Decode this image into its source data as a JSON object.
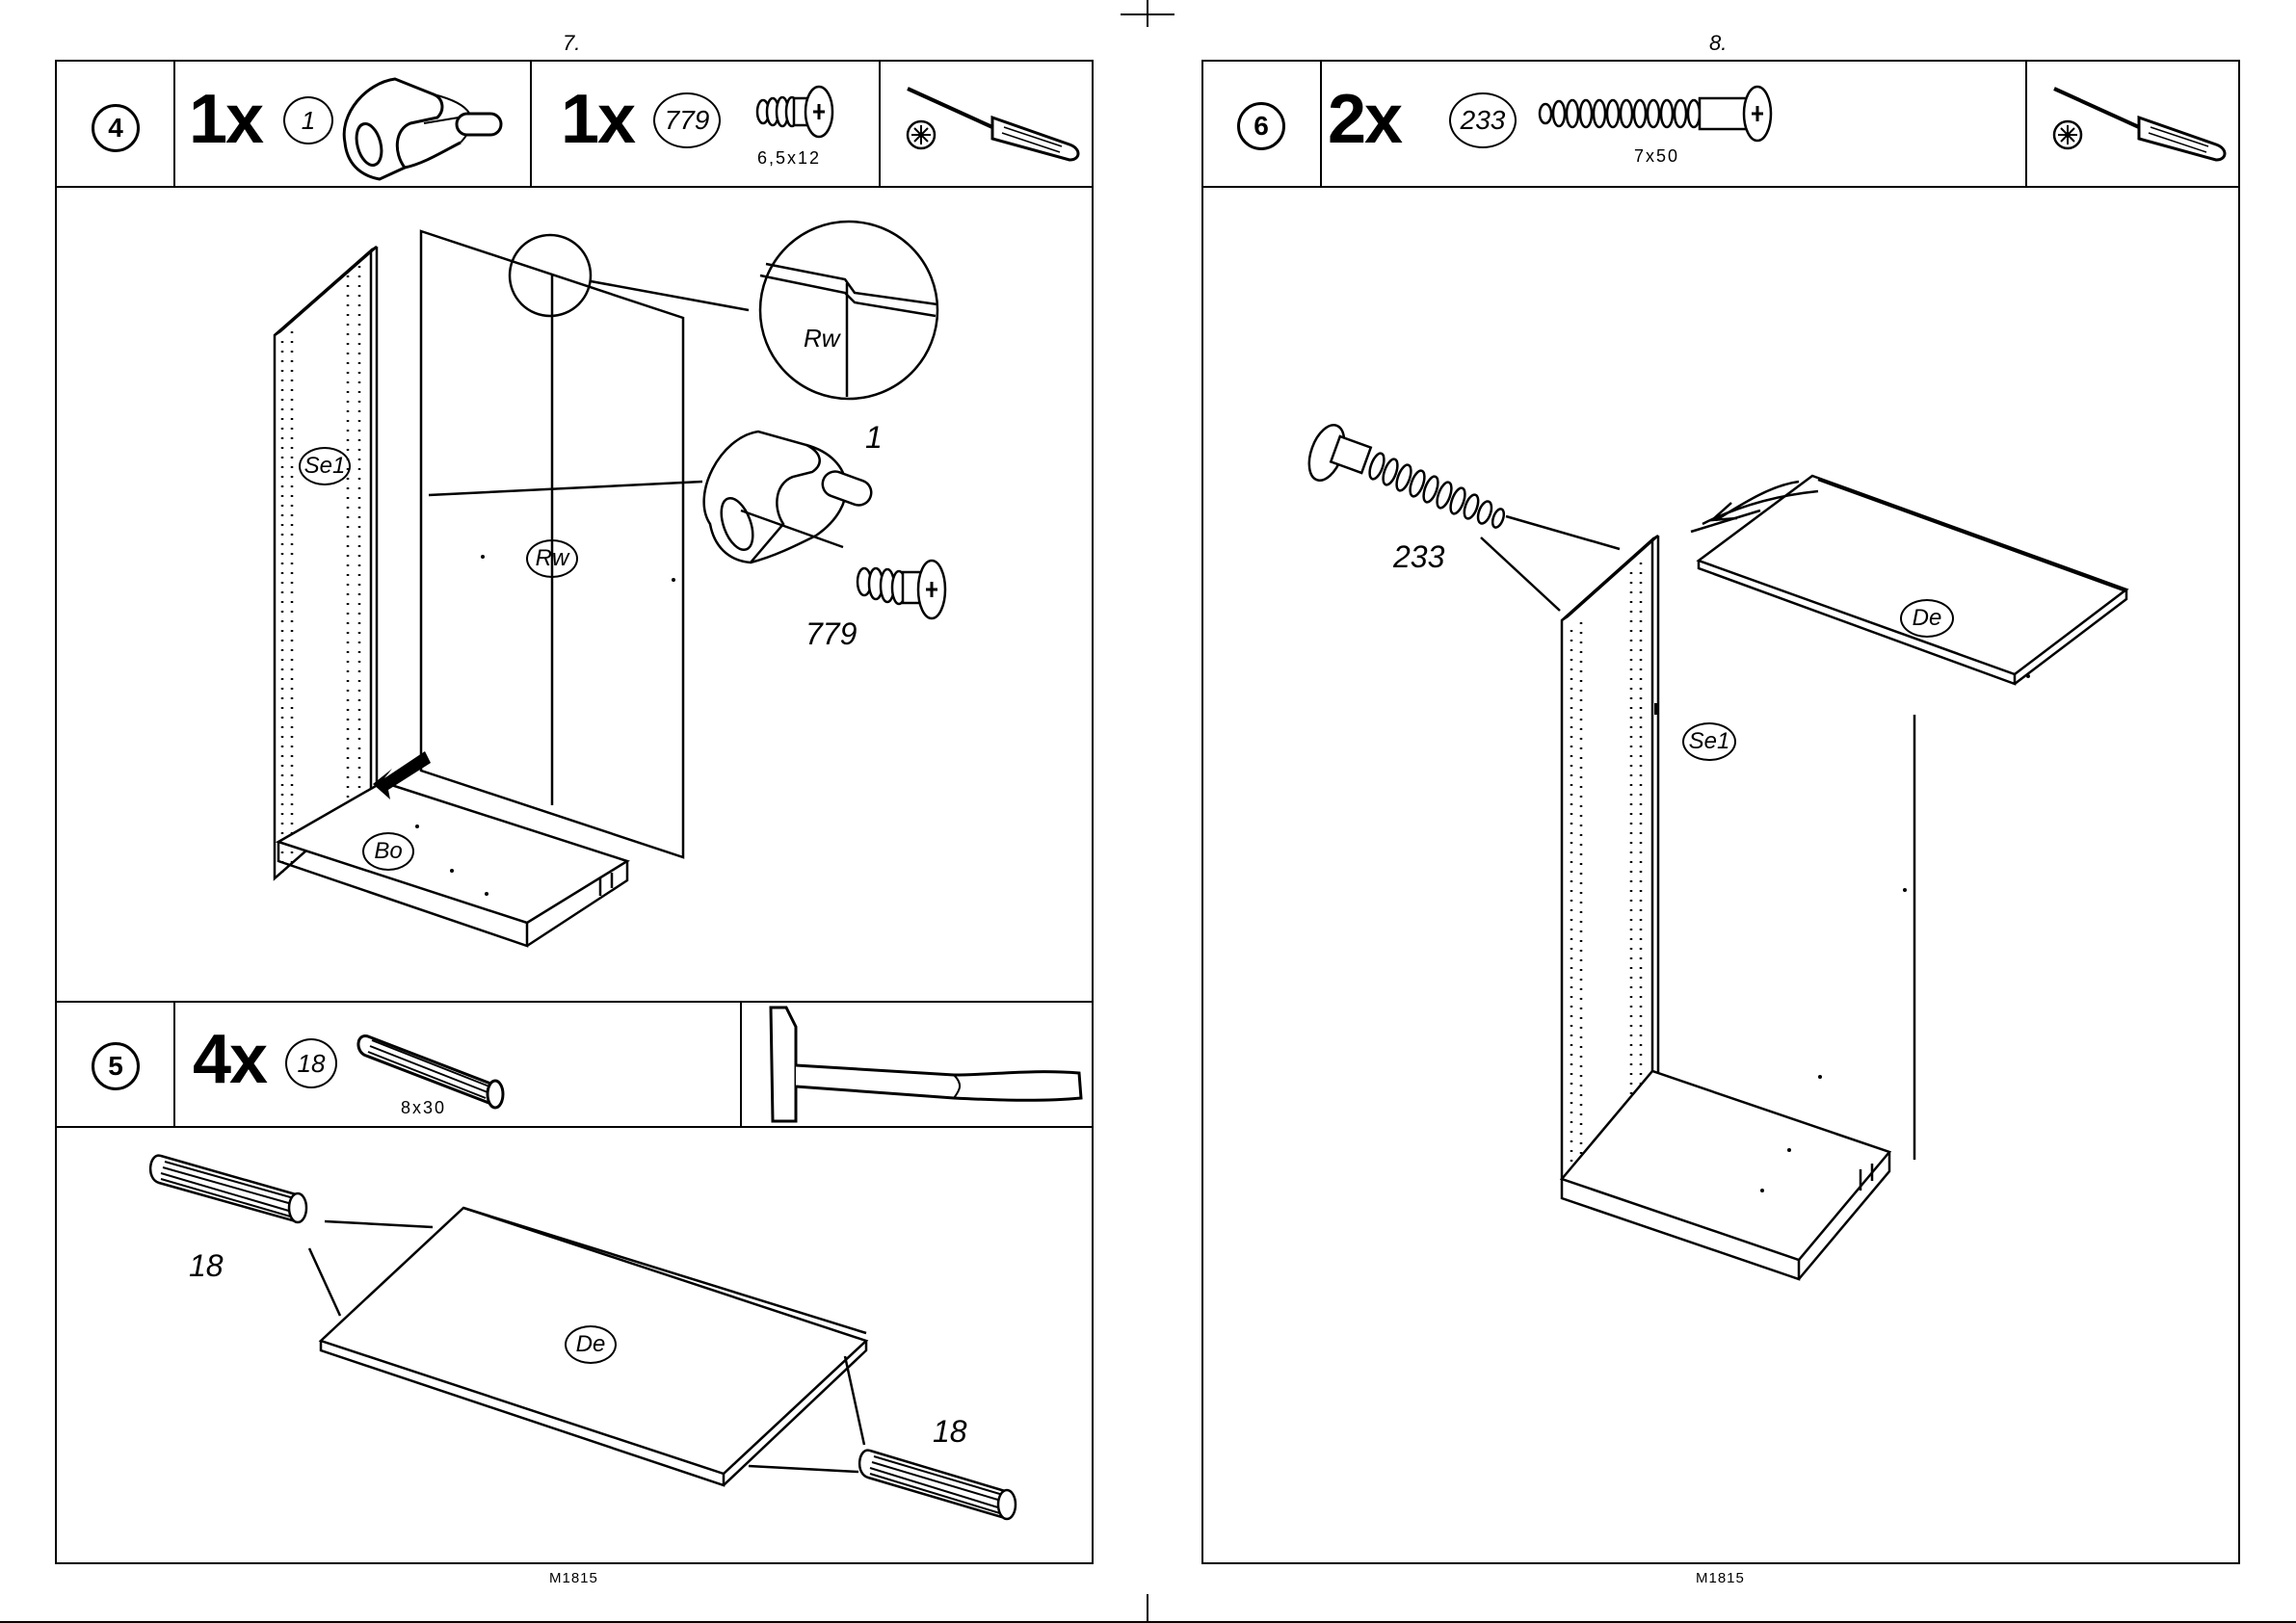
{
  "left_page": {
    "page_number": "7.",
    "footer": "M1815",
    "step4": {
      "step_number": "4",
      "part1_qty": "1x",
      "part1_id": "1",
      "part2_qty": "1x",
      "part2_id": "779",
      "part2_dim": "6,5x12",
      "tool_icon": "screwdriver-icon",
      "labels": {
        "side": "Se1",
        "back": "Rw",
        "bottom": "Bo",
        "detail": "Rw",
        "bracket": "1",
        "screw": "779"
      }
    },
    "step5": {
      "step_number": "5",
      "part_qty": "4x",
      "part_id": "18",
      "part_dim": "8x30",
      "tool_icon": "hammer-icon",
      "labels": {
        "top": "De",
        "dowel_left": "18",
        "dowel_right": "18"
      }
    }
  },
  "right_page": {
    "page_number": "8.",
    "footer": "M1815",
    "step6": {
      "step_number": "6",
      "part_qty": "2x",
      "part_id": "233",
      "part_dim": "7x50",
      "tool_icon": "screwdriver-icon",
      "labels": {
        "screw": "233",
        "top": "De",
        "side": "Se1"
      }
    }
  }
}
